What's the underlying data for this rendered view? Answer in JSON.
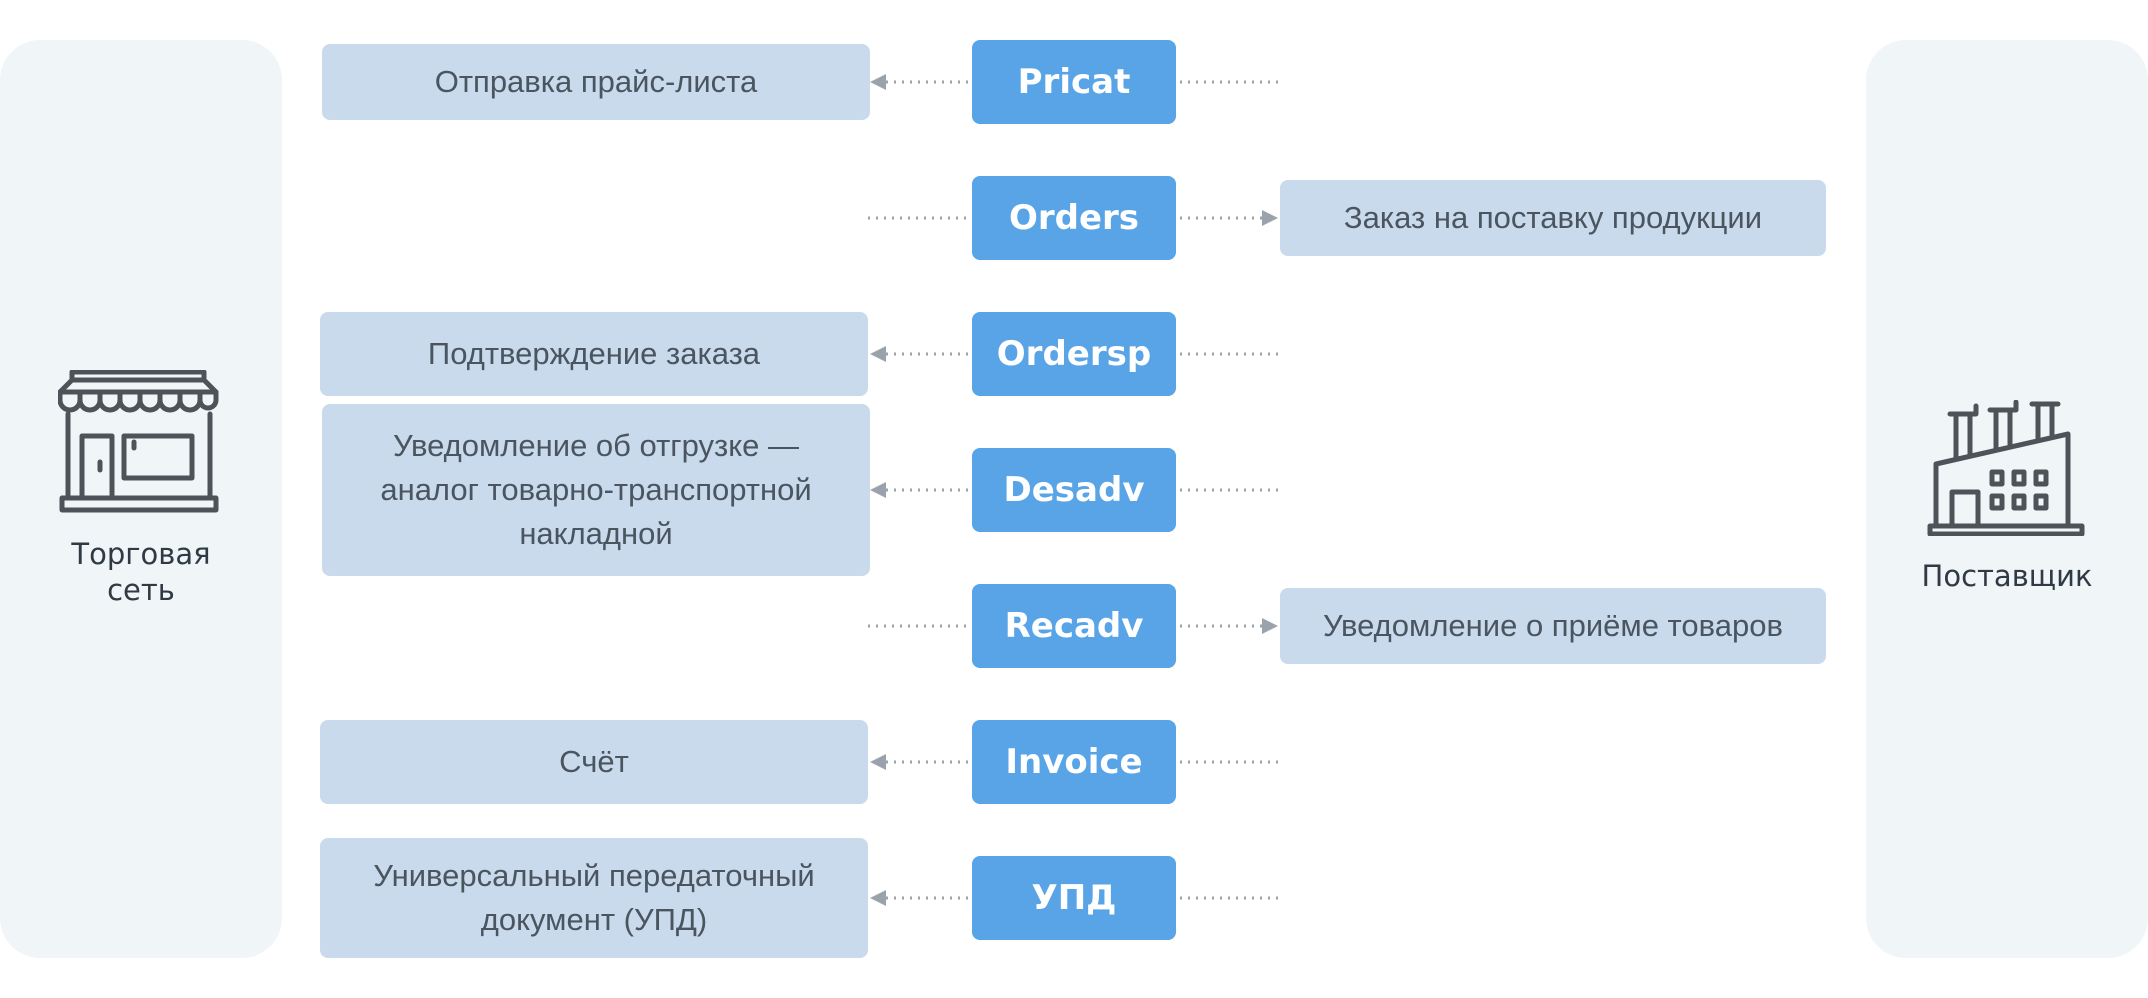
{
  "participants": {
    "retailer": {
      "label": "Торговая\nсеть",
      "icon": "shop-icon"
    },
    "supplier": {
      "label": "Поставщик",
      "icon": "factory-icon"
    }
  },
  "messages": [
    {
      "id": "pricat",
      "code": "Pricat",
      "direction": "to-retailer",
      "description": "Отправка прайс-листа"
    },
    {
      "id": "orders",
      "code": "Orders",
      "direction": "to-supplier",
      "description": "Заказ на поставку продукции"
    },
    {
      "id": "ordersp",
      "code": "Ordersp",
      "direction": "to-retailer",
      "description": "Подтверждение заказа"
    },
    {
      "id": "desadv",
      "code": "Desadv",
      "direction": "to-retailer",
      "description": "Уведомление об отгрузке —\nаналог товарно-транспортной\nнакладной"
    },
    {
      "id": "recadv",
      "code": "Recadv",
      "direction": "to-supplier",
      "description": "Уведомление о приёме товаров"
    },
    {
      "id": "invoice",
      "code": "Invoice",
      "direction": "to-retailer",
      "description": "Счёт"
    },
    {
      "id": "upd",
      "code": "УПД",
      "direction": "to-retailer",
      "description": "Универсальный передаточный\nдокумент (УПД)"
    }
  ],
  "colors": {
    "message_button": "#58a4e7",
    "description_box": "#c9daec",
    "side_panel": "#f0f5f8",
    "connector": "#9aa3ab",
    "icon_stroke": "#4d5359"
  }
}
